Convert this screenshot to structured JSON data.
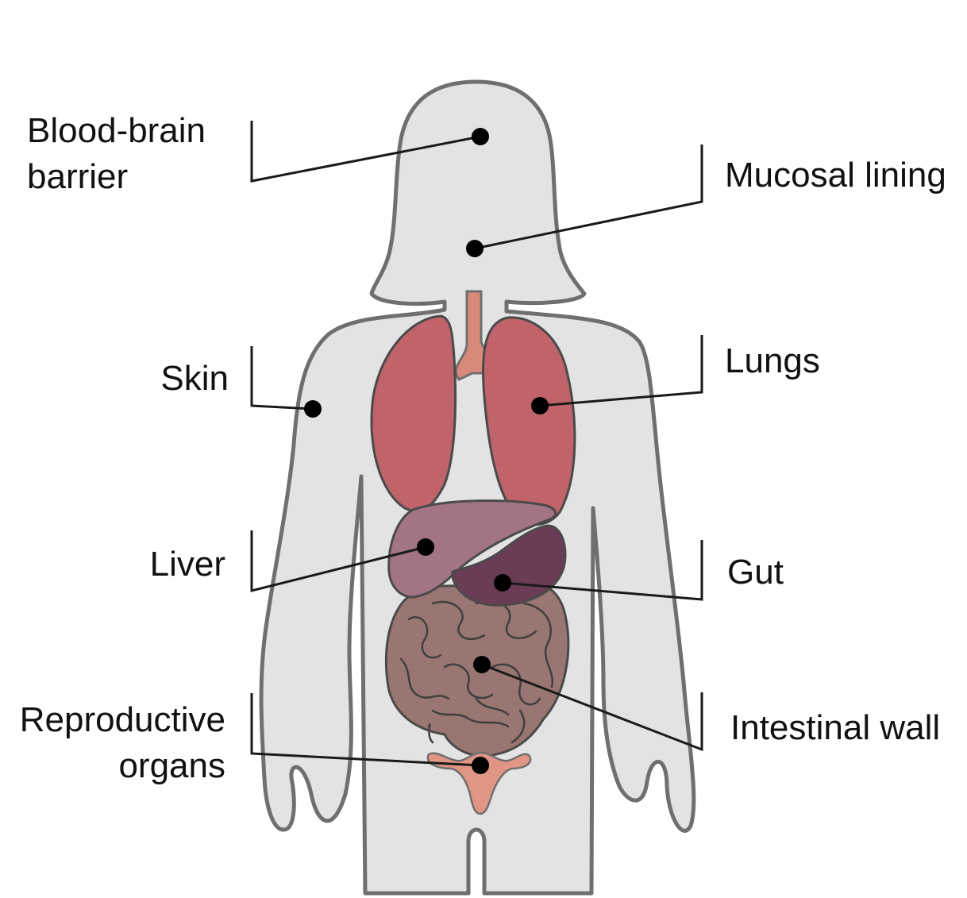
{
  "labels": {
    "blood_brain_barrier": [
      "Blood-brain",
      "barrier"
    ],
    "mucosal_lining": "Mucosal lining",
    "skin": "Skin",
    "lungs": "Lungs",
    "liver": "Liver",
    "gut": "Gut",
    "reproductive_organs": [
      "Reproductive",
      "organs"
    ],
    "intestinal_wall": "Intestinal wall"
  },
  "colors": {
    "body_fill": "#e3e3e3",
    "body_outline": "#6f6f6f",
    "lungs": "#c0636a",
    "trachea": "#d9897a",
    "liver": "#a37486",
    "stomach": "#6b3c56",
    "intestines": "#9a7672",
    "reproductive": "#e09585",
    "marker": "#000000"
  }
}
